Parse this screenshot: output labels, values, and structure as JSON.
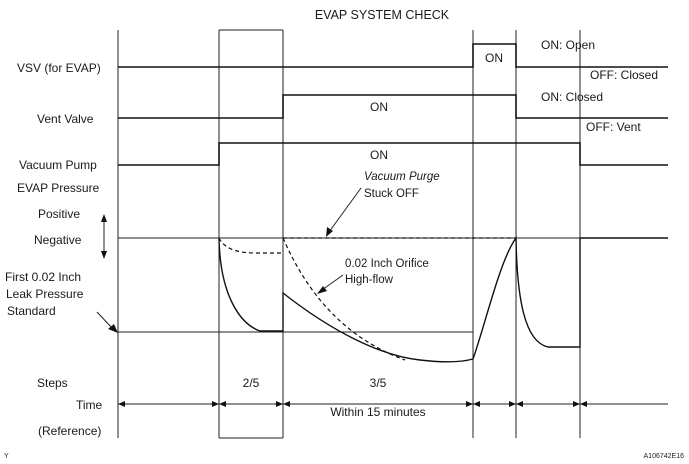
{
  "title": "EVAP SYSTEM CHECK",
  "rows": {
    "vsv": "VSV (for EVAP)",
    "vent_valve": "Vent Valve",
    "vacuum_pump": "Vacuum Pump",
    "evap_pressure": "EVAP Pressure",
    "positive": "Positive",
    "negative": "Negative",
    "leak_standard": [
      "First 0.02 Inch",
      "Leak Pressure",
      "Standard"
    ]
  },
  "states": {
    "vsv_on": "ON: Open",
    "vsv_off": "OFF: Closed",
    "vent_on": "ON: Closed",
    "vent_off": "OFF: Vent"
  },
  "pulse_labels": {
    "vsv": "ON",
    "vent": "ON",
    "pump": "ON"
  },
  "annotations": {
    "stuck": [
      "Vacuum Purge",
      "Stuck OFF"
    ],
    "orifice": [
      "0.02 Inch Orifice",
      "High-flow"
    ]
  },
  "bottom": {
    "steps": "Steps",
    "time": "Time",
    "reference": "(Reference)",
    "step_a": "2/5",
    "step_b": "3/5",
    "within": "Within 15 minutes"
  },
  "corner": {
    "left": "Y",
    "right": "A106742E16"
  }
}
